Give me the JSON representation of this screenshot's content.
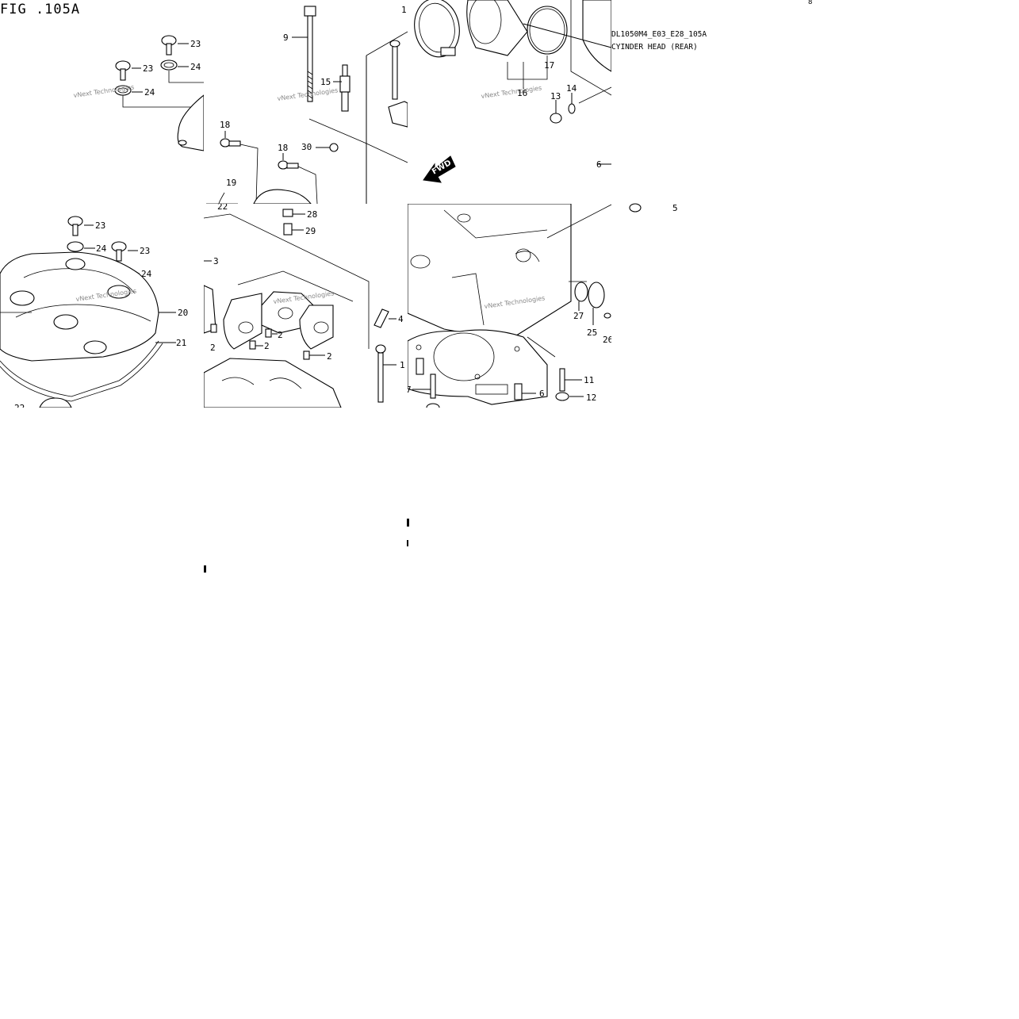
{
  "figure": {
    "title": "FIG .105A",
    "code": "DL1050M4_E03_E28_105A",
    "subtitle": "CYINDER HEAD (REAR)"
  },
  "watermark": "vNext Technologies",
  "fwd_label": "FWD",
  "callouts": {
    "c1": "1",
    "c2": "2",
    "c3": "3",
    "c4": "4",
    "c5": "5",
    "c6": "6",
    "c7": "7",
    "c8": "8",
    "c9": "9",
    "c11": "11",
    "c12": "12",
    "c13": "13",
    "c14": "14",
    "c15": "15",
    "c16": "16",
    "c17": "17",
    "c18": "18",
    "c19": "19",
    "c20": "20",
    "c21": "21",
    "c22": "22",
    "c23": "23",
    "c24": "24",
    "c25": "25",
    "c26": "26",
    "c27": "27",
    "c28": "28",
    "c29": "29",
    "c30": "30"
  }
}
